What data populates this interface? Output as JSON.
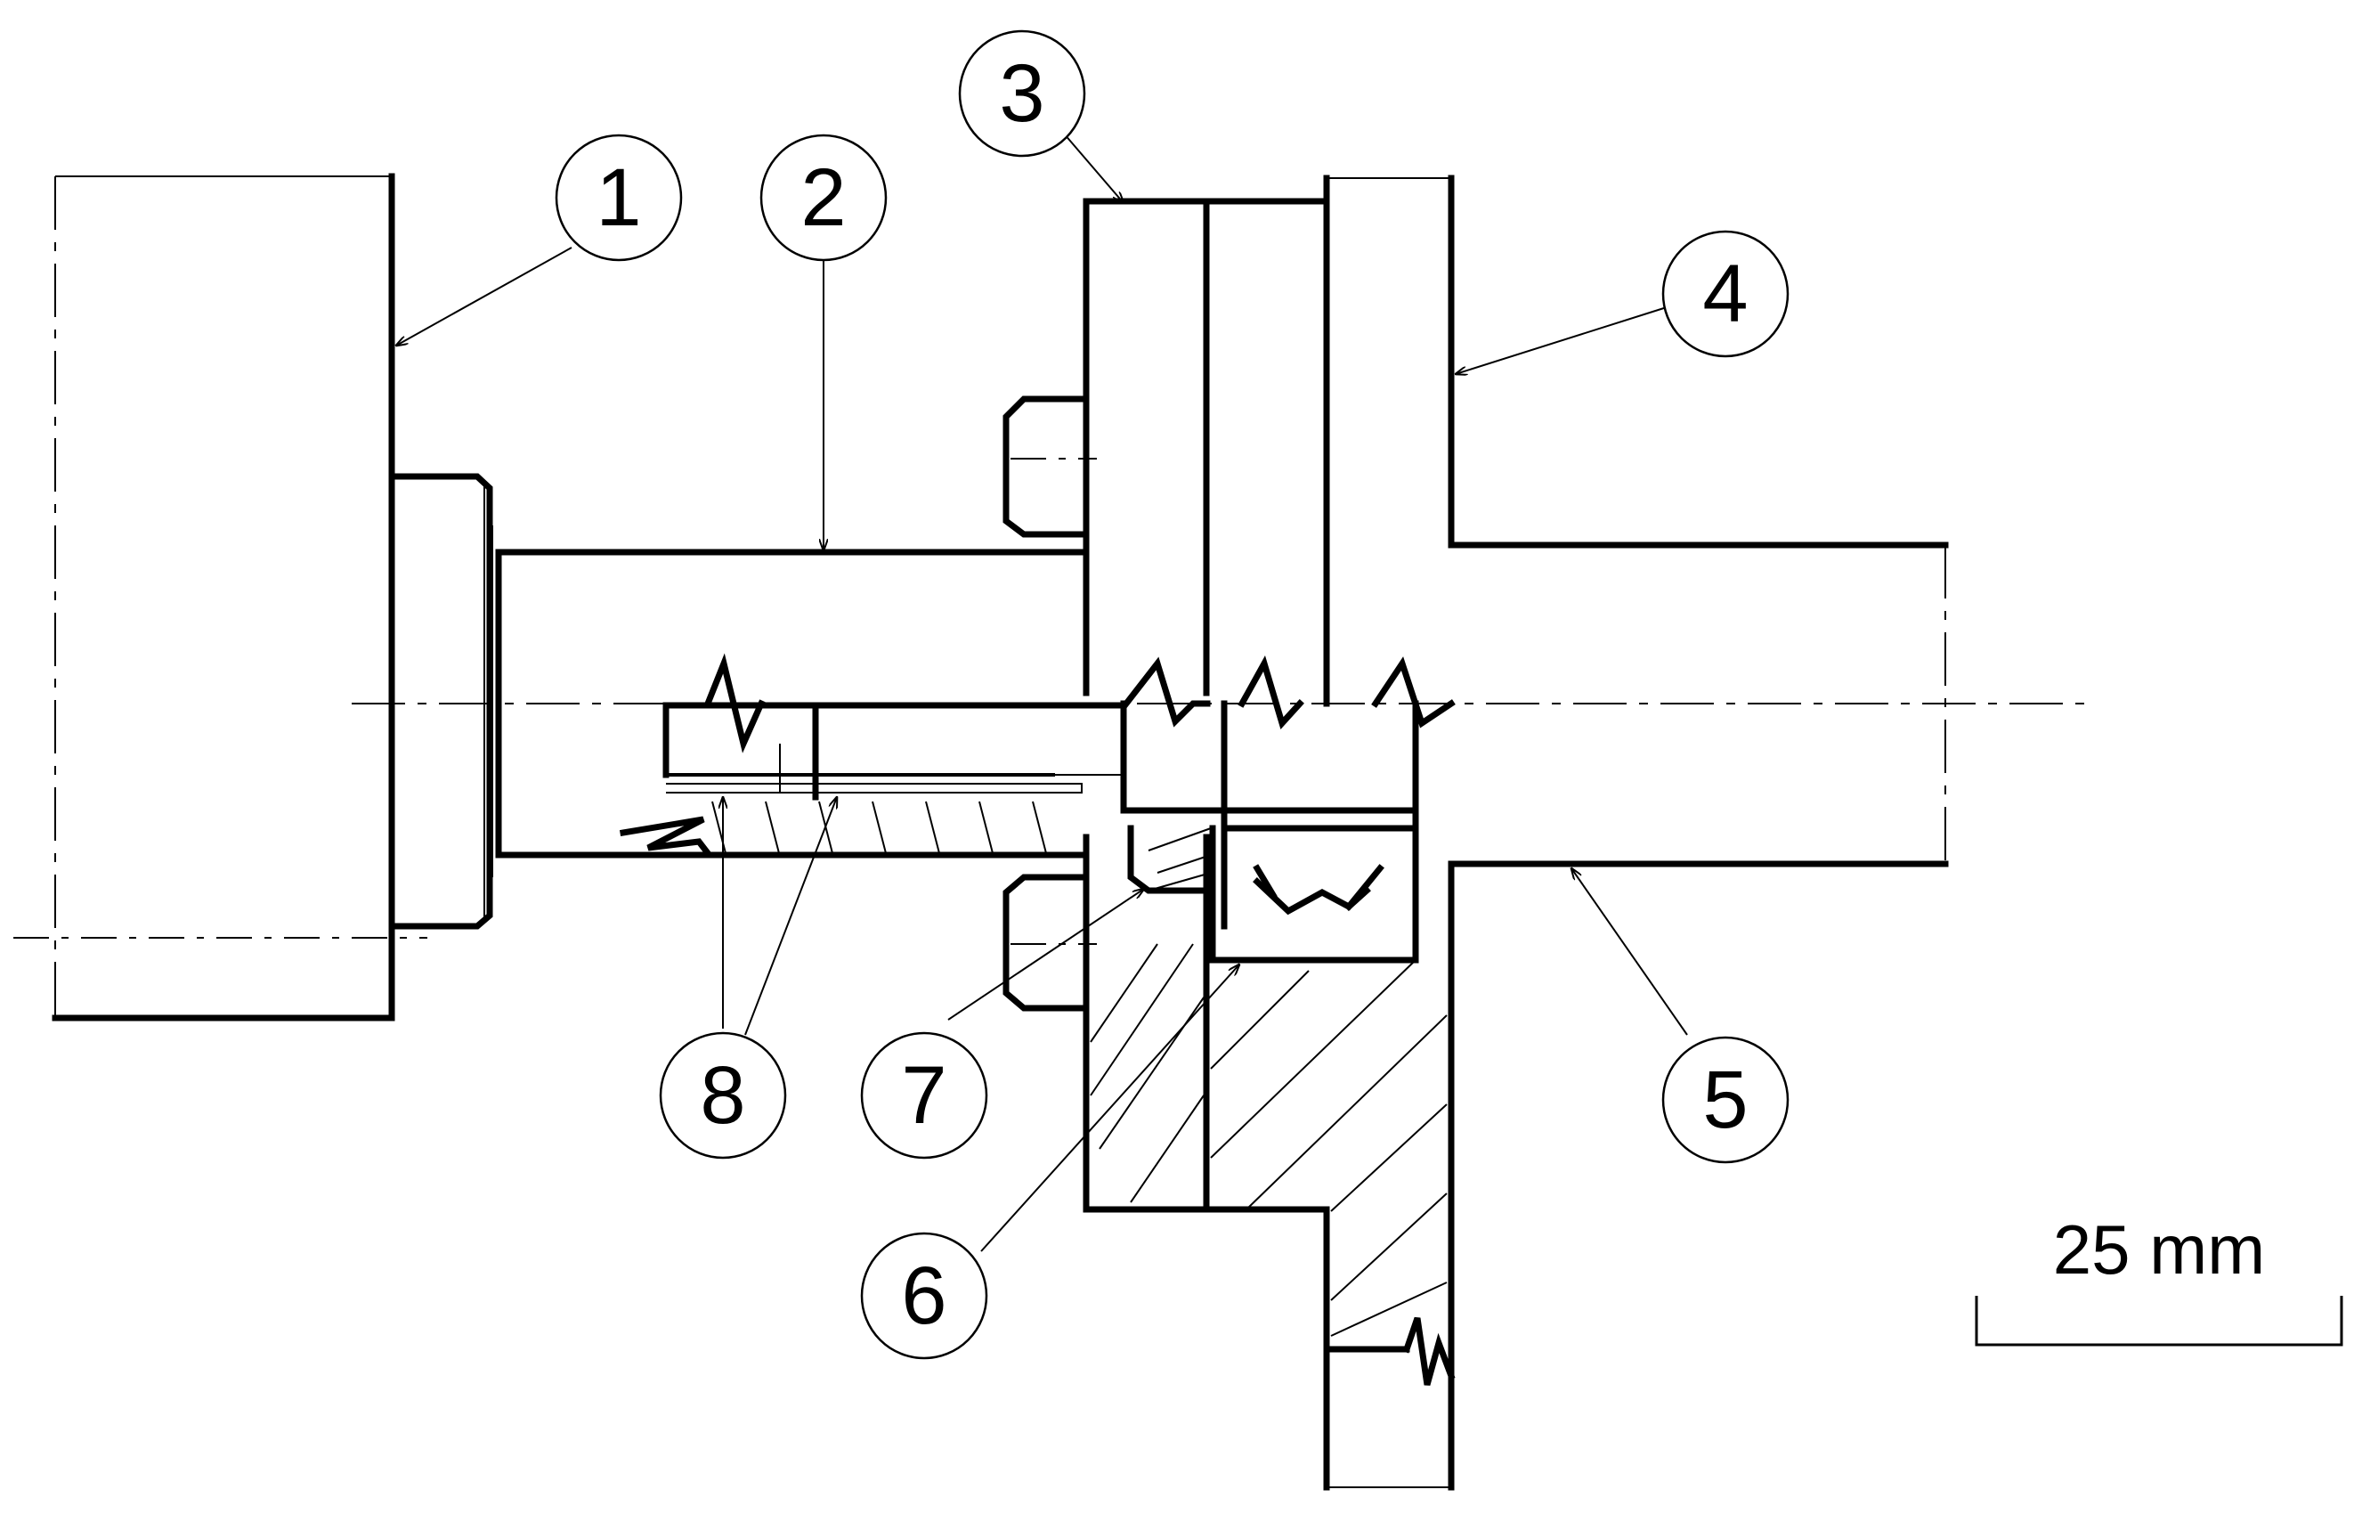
{
  "callouts": [
    {
      "id": "1",
      "label": "1"
    },
    {
      "id": "2",
      "label": "2"
    },
    {
      "id": "3",
      "label": "3"
    },
    {
      "id": "4",
      "label": "4"
    },
    {
      "id": "5",
      "label": "5"
    },
    {
      "id": "6",
      "label": "6"
    },
    {
      "id": "7",
      "label": "7"
    },
    {
      "id": "8",
      "label": "8"
    }
  ],
  "scale_bar": {
    "label": "25 mm",
    "length_mm": 25
  }
}
